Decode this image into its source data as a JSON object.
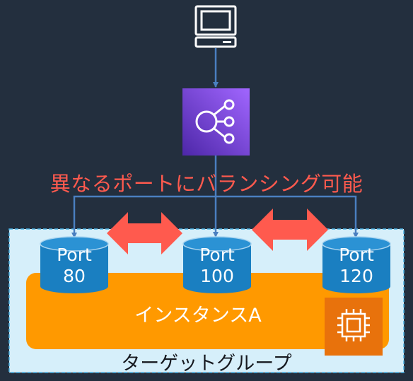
{
  "caption": "異なるポートにバランシング可能",
  "instance": {
    "label": "インスタンスA"
  },
  "target_group": {
    "label": "ターゲットグループ"
  },
  "ports": [
    {
      "label": "Port",
      "number": "80"
    },
    {
      "label": "Port",
      "number": "100"
    },
    {
      "label": "Port",
      "number": "120"
    }
  ],
  "icons": {
    "client": "computer-icon",
    "load_balancer": "load-balancer-icon",
    "instance": "ec2-instance-icon"
  },
  "colors": {
    "background": "#232f3e",
    "load_balancer": "#8a3df0",
    "instance": "#ff9900",
    "instance_icon": "#e8720c",
    "target_group_fill": "#d6effa",
    "port": "#1a7fc1",
    "arrow": "#ff5a4e",
    "connector": "#4a7fc0",
    "caption": "#ff5a4e"
  }
}
